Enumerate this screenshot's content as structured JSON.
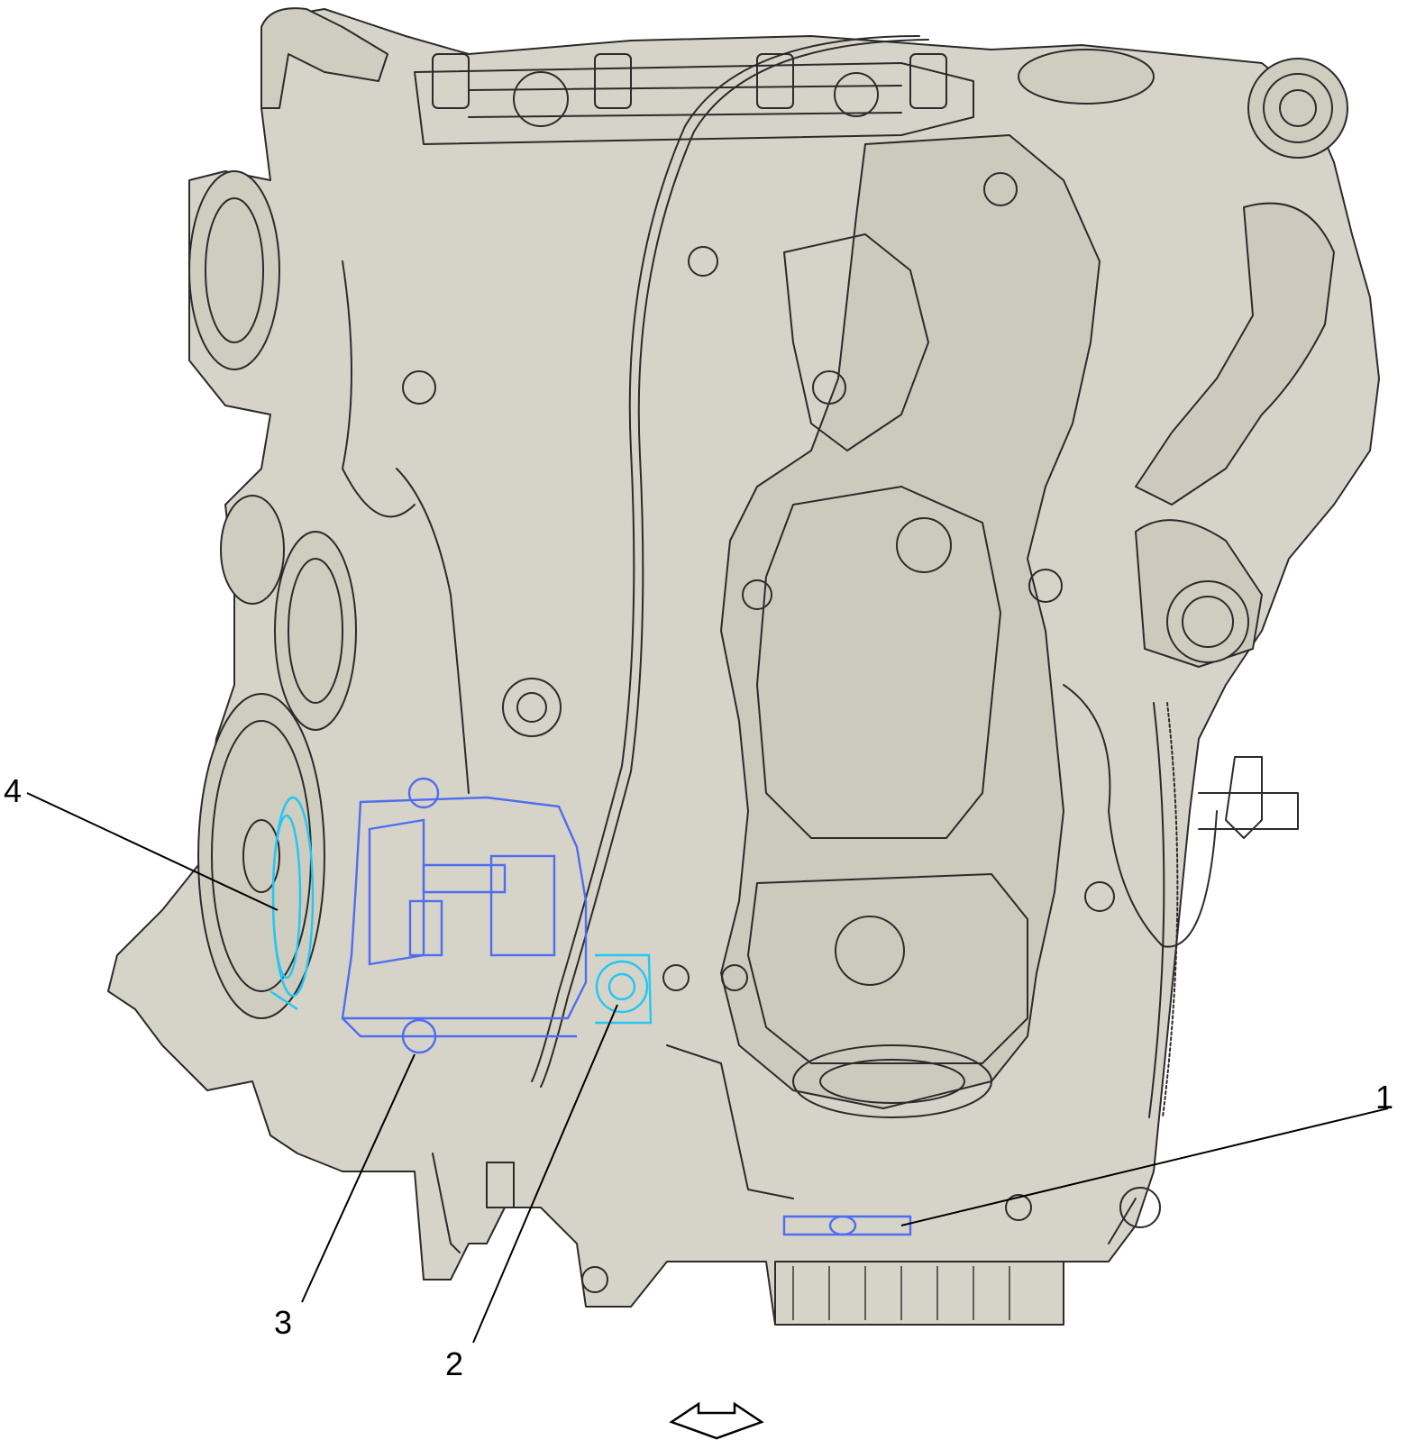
{
  "colors": {
    "engine_fill": "#d6d3c8",
    "engine_shade": "#c4c0b3",
    "line": "#2b2b2b",
    "highlight_blue": "#4f6df0",
    "highlight_cyan": "#1fc8f5",
    "label": "#000000"
  },
  "callouts": [
    {
      "id": "1",
      "text": "1"
    },
    {
      "id": "2",
      "text": "2"
    },
    {
      "id": "3",
      "text": "3"
    },
    {
      "id": "4",
      "text": "4"
    }
  ],
  "icons": {
    "orientation_arrow": "down-arrow-icon"
  }
}
